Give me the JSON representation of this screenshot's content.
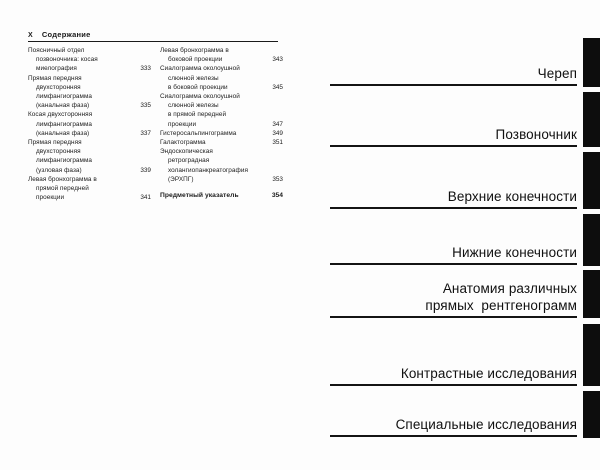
{
  "document": {
    "running_head": {
      "folio": "X",
      "title": "Содержание"
    }
  },
  "toc": {
    "columns": [
      {
        "entries": [
          {
            "lines": [
              "Поясничный отдел",
              "позвоночника: косая",
              "миелография"
            ],
            "page": "333"
          },
          {
            "lines": [
              "Прямая передняя",
              "двухсторонняя",
              "лимфангиограмма",
              "(канальная фаза)"
            ],
            "page": "335"
          },
          {
            "lines": [
              "Косая двухсторонняя",
              "лимфангиограмма",
              "(канальная фаза)"
            ],
            "page": "337"
          },
          {
            "lines": [
              "Прямая передняя",
              "двухсторонняя",
              "лимфангиограмма",
              "(узловая фаза)"
            ],
            "page": "339"
          },
          {
            "lines": [
              "Левая бронхограмма в",
              "прямой передней",
              "проекции"
            ],
            "page": "341"
          }
        ]
      },
      {
        "entries": [
          {
            "lines": [
              "Левая бронхограмма в",
              "боковой проекции"
            ],
            "page": "343"
          },
          {
            "lines": [
              "Сиалограмма околоушной",
              "слюнной железы",
              "в боковой проекции"
            ],
            "page": "345"
          },
          {
            "lines": [
              "Сиалограмма околоушной",
              "слюнной железы",
              "в прямой передней",
              "проекции"
            ],
            "page": "347"
          },
          {
            "lines": [
              "Гистеросальпингограмма"
            ],
            "page": "349"
          },
          {
            "lines": [
              "Галактограмма"
            ],
            "page": "351"
          },
          {
            "lines": [
              "Эндоскопическая",
              "ретроградная",
              "холангиопанкреатография",
              "(ЭРХПГ)"
            ],
            "page": "353"
          },
          {
            "lines": [
              "Предметный указатель"
            ],
            "page": "354",
            "bold": true
          }
        ]
      }
    ]
  },
  "thumb_index": {
    "tabs": [
      {
        "lines": [
          "Череп"
        ]
      },
      {
        "lines": [
          "Позвоночник"
        ]
      },
      {
        "lines": [
          "Верхние конечности"
        ]
      },
      {
        "lines": [
          "Нижние конечности"
        ]
      },
      {
        "lines": [
          "Анатомия различных",
          "прямых  рентгенограмм"
        ]
      },
      {
        "lines": [
          "Контрастные исследования"
        ]
      },
      {
        "lines": [
          "Специальные исследования"
        ]
      }
    ]
  },
  "colors": {
    "ink": "#111111",
    "paper": "#ffffff",
    "tab_marker": "#0d0d0d"
  }
}
